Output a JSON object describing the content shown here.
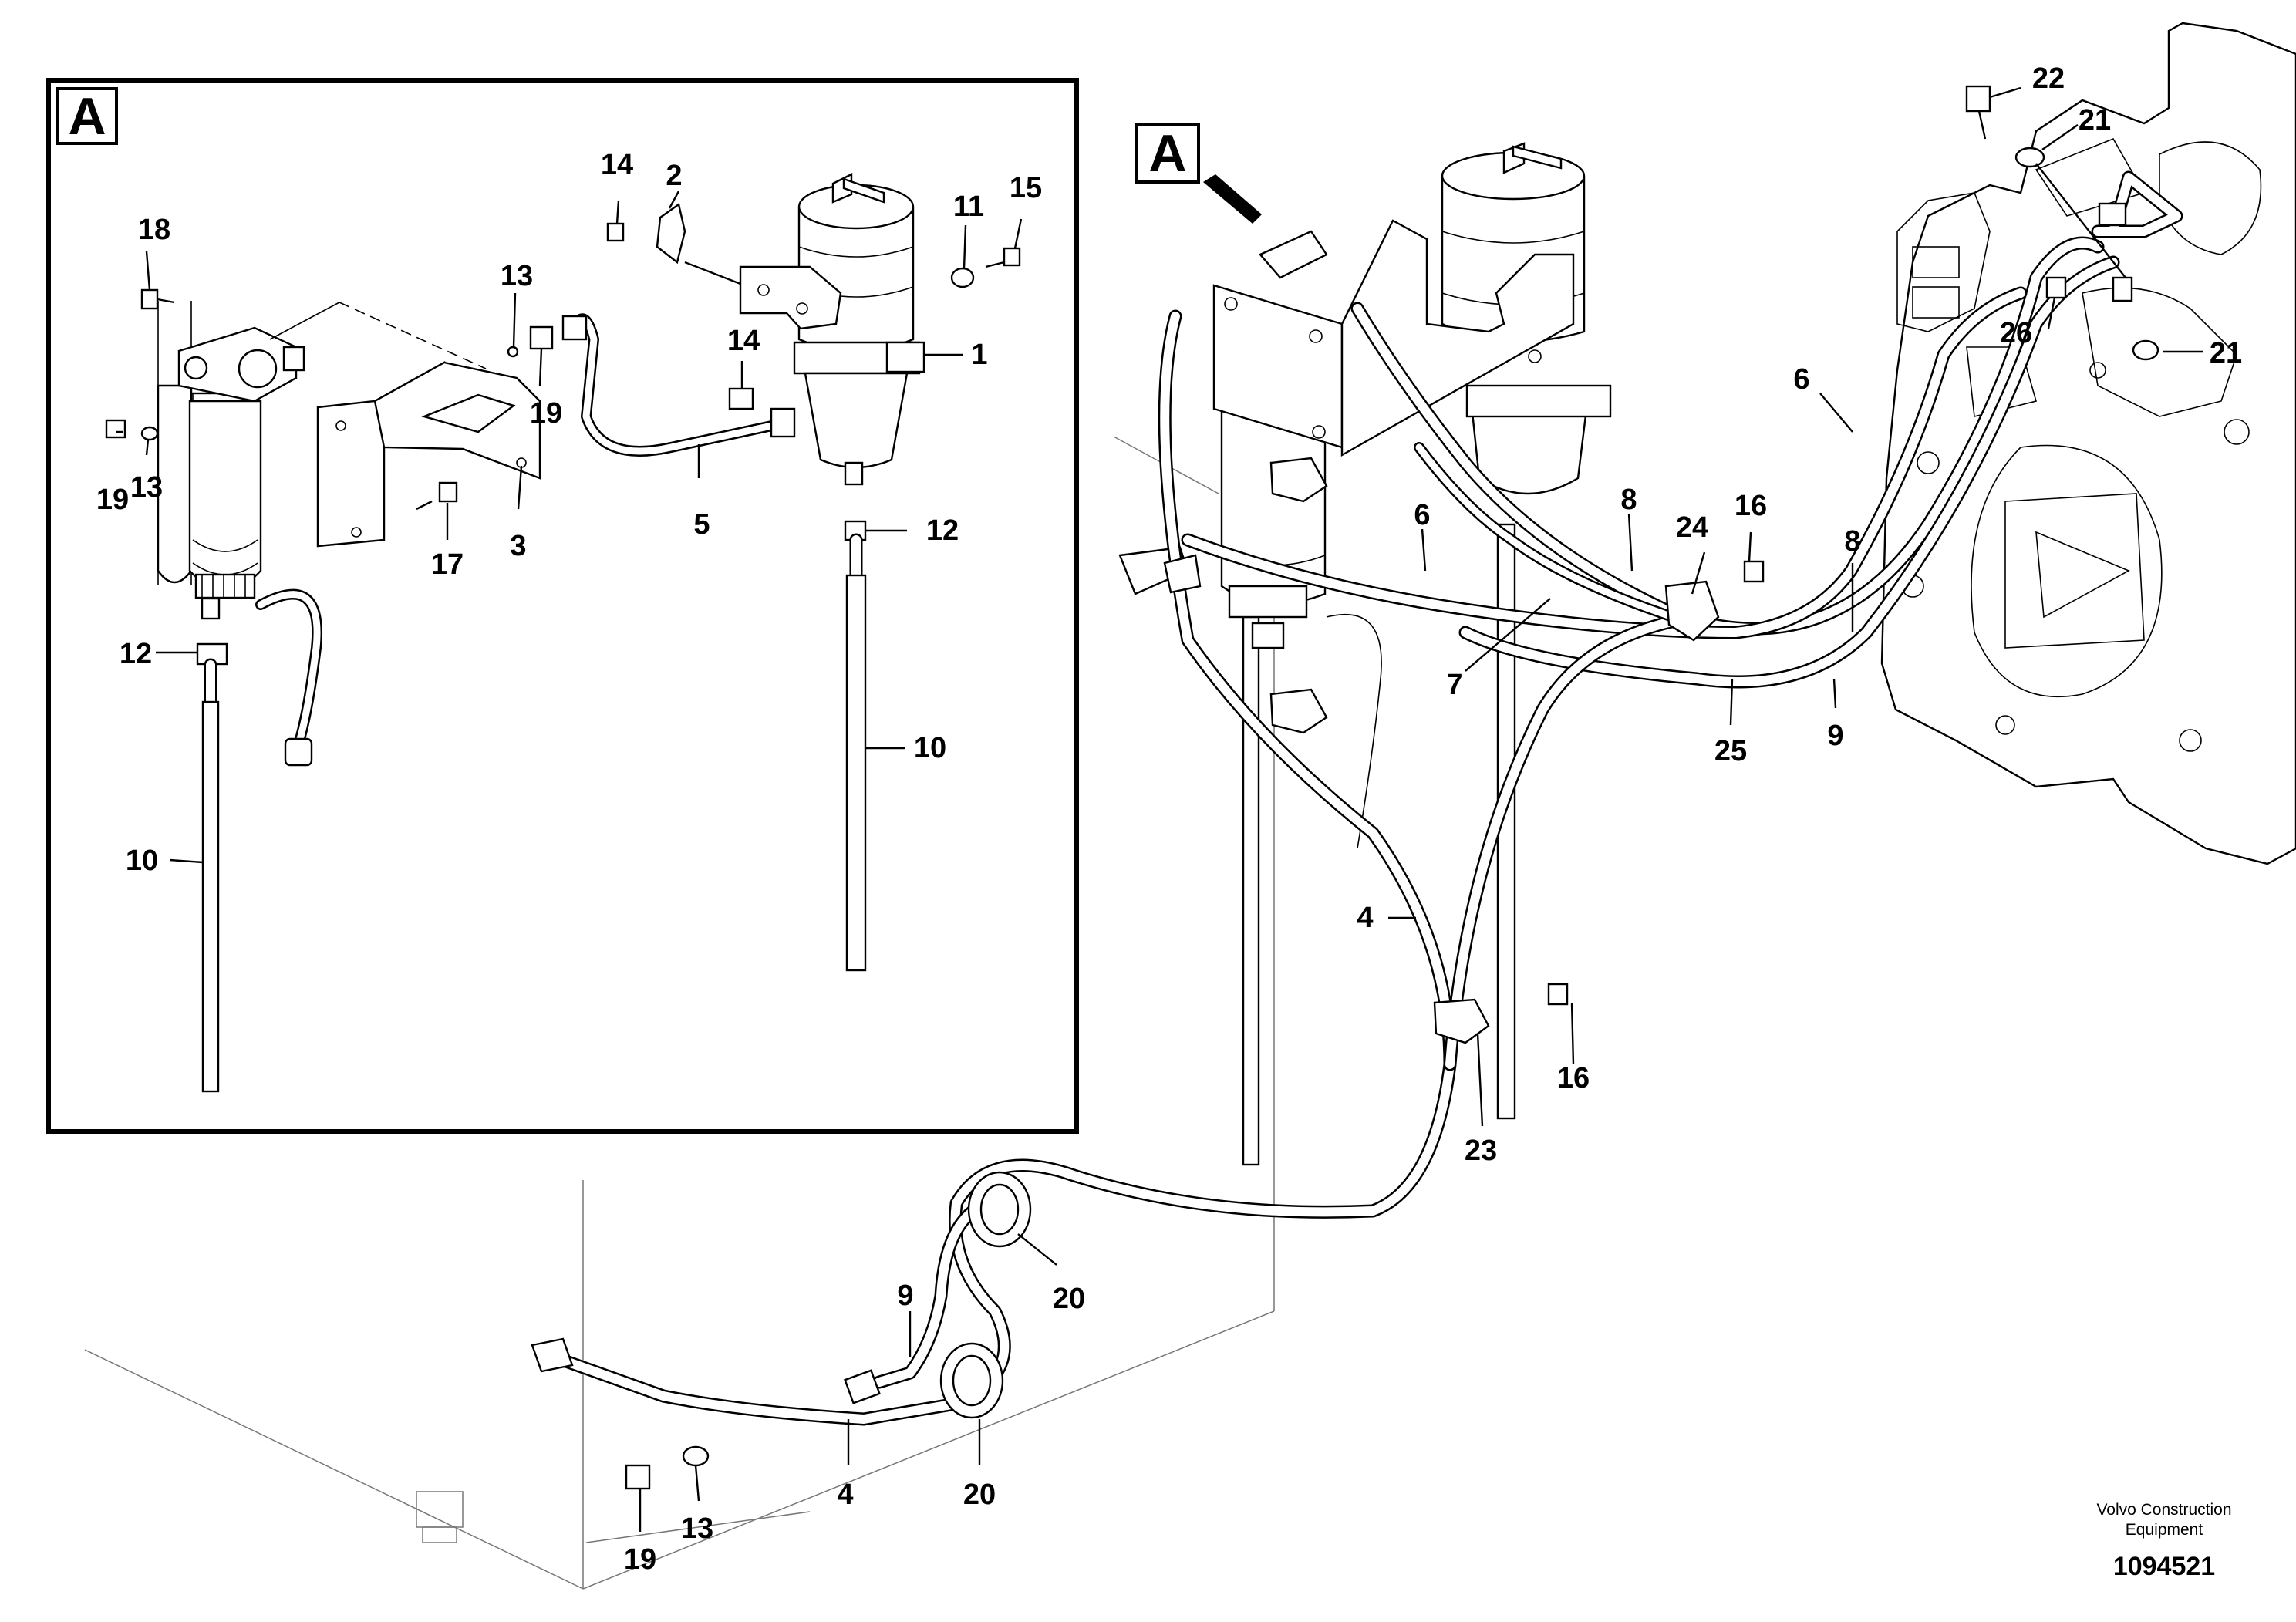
{
  "section": {
    "detail_letter": "A",
    "view_letter": "A"
  },
  "detail_callouts": {
    "c18": "18",
    "c19": "19",
    "c13": "13",
    "c12": "12",
    "c10": "10",
    "c17": "17",
    "c3": "3",
    "c13b": "13",
    "c19b": "19",
    "c14": "14",
    "c2": "2",
    "c5": "5",
    "c14b": "14",
    "c11": "11",
    "c15": "15",
    "c1": "1",
    "c12b": "12",
    "c10b": "10"
  },
  "main_callouts": {
    "c22": "22",
    "c21": "21",
    "c26": "26",
    "c21b": "21",
    "c6": "6",
    "c6b": "6",
    "c8": "8",
    "c24": "24",
    "c16": "16",
    "c8b": "8",
    "c7": "7",
    "c25": "25",
    "c9": "9",
    "c4": "4",
    "c16b": "16",
    "c23": "23",
    "c20": "20",
    "c9b": "9",
    "c20b": "20",
    "c4b": "4",
    "c19": "19",
    "c13": "13"
  },
  "footer": {
    "credit_line1": "Volvo Construction",
    "credit_line2": "Equipment",
    "doc_number": "1094521"
  }
}
